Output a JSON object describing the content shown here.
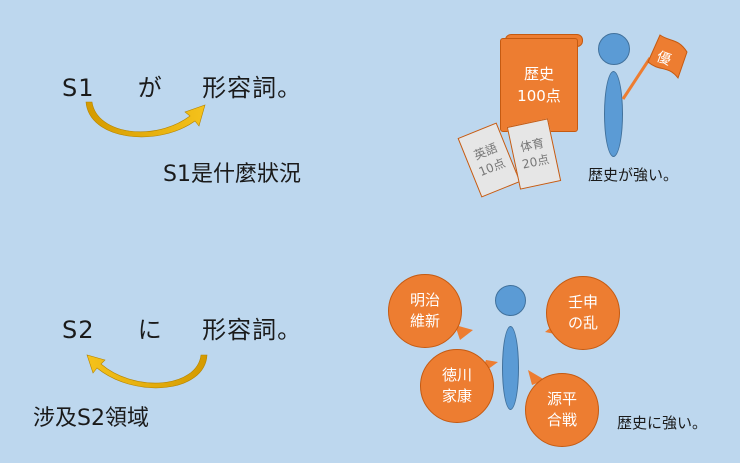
{
  "top": {
    "sentence": {
      "subject": "S1",
      "particle": "が",
      "predicate": "形容詞。"
    },
    "gloss": "S1是什麼狀況",
    "scroll_main": {
      "line1": "歴史",
      "line2": "100点"
    },
    "paper_english": {
      "line1": "英語",
      "line2": "10点"
    },
    "paper_pe": {
      "line1": "体育",
      "line2": "20点"
    },
    "flag_text": "優",
    "caption": "歴史が強い。"
  },
  "bottom": {
    "sentence": {
      "subject": "S2",
      "particle": "に",
      "predicate": "形容詞。"
    },
    "gloss": "涉及S2領域",
    "bubbles": [
      {
        "line1": "明治",
        "line2": "維新"
      },
      {
        "line1": "壬申",
        "line2": "の乱"
      },
      {
        "line1": "徳川",
        "line2": "家康"
      },
      {
        "line1": "源平",
        "line2": "合戦"
      }
    ],
    "caption": "歴史に強い。"
  },
  "colors": {
    "background": "#bdd7ee",
    "orange": "#ed7d31",
    "blue": "#5b9bd5",
    "arrow": "#f0b400",
    "paper": "#e6e6e6"
  }
}
